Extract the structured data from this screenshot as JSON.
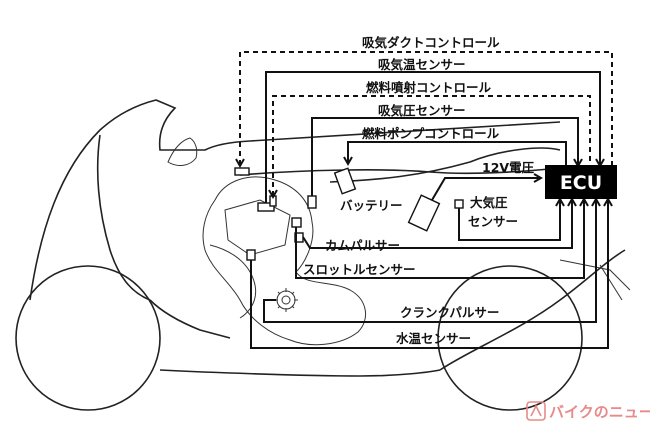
{
  "labels": {
    "intake_duct_control": "吸気ダクトコントロール",
    "intake_temp_sensor": "吸気温センサー",
    "fuel_injection_control": "燃料噴射コントロール",
    "intake_pressure_sensor": "吸気圧センサー",
    "fuel_pump_control": "燃料ポンプコントロール",
    "voltage_12v": "12V電圧",
    "ecu": "ECU",
    "battery": "バッテリー",
    "atmospheric_pressure_1": "大気圧",
    "atmospheric_pressure_2": "センサー",
    "cam_pulser": "カムパルサー",
    "throttle_sensor": "スロットルセンサー",
    "crank_pulser": "クランクパルサー",
    "water_temp_sensor": "水温センサー"
  },
  "watermark": {
    "text": "バイクのニュース",
    "color": "#e88a8a"
  },
  "colors": {
    "line": "#111111",
    "ecu_fill": "#000000",
    "ecu_text": "#ffffff"
  }
}
